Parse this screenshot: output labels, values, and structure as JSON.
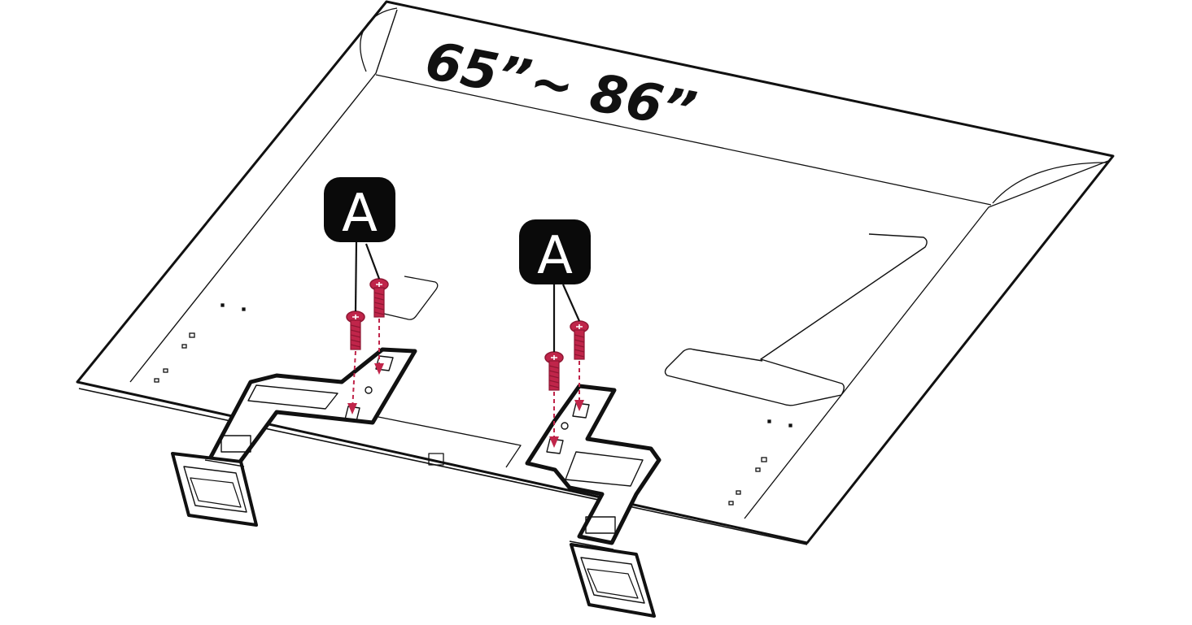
{
  "diagram": {
    "size_label": "65”~ 86”",
    "part_label_left": "A",
    "part_label_right": "A"
  },
  "colors": {
    "outline": "#111111",
    "screw": "#c0254a",
    "screw_dark": "#8f1733",
    "label_bg": "#0a0a0a",
    "label_text": "#ffffff"
  }
}
